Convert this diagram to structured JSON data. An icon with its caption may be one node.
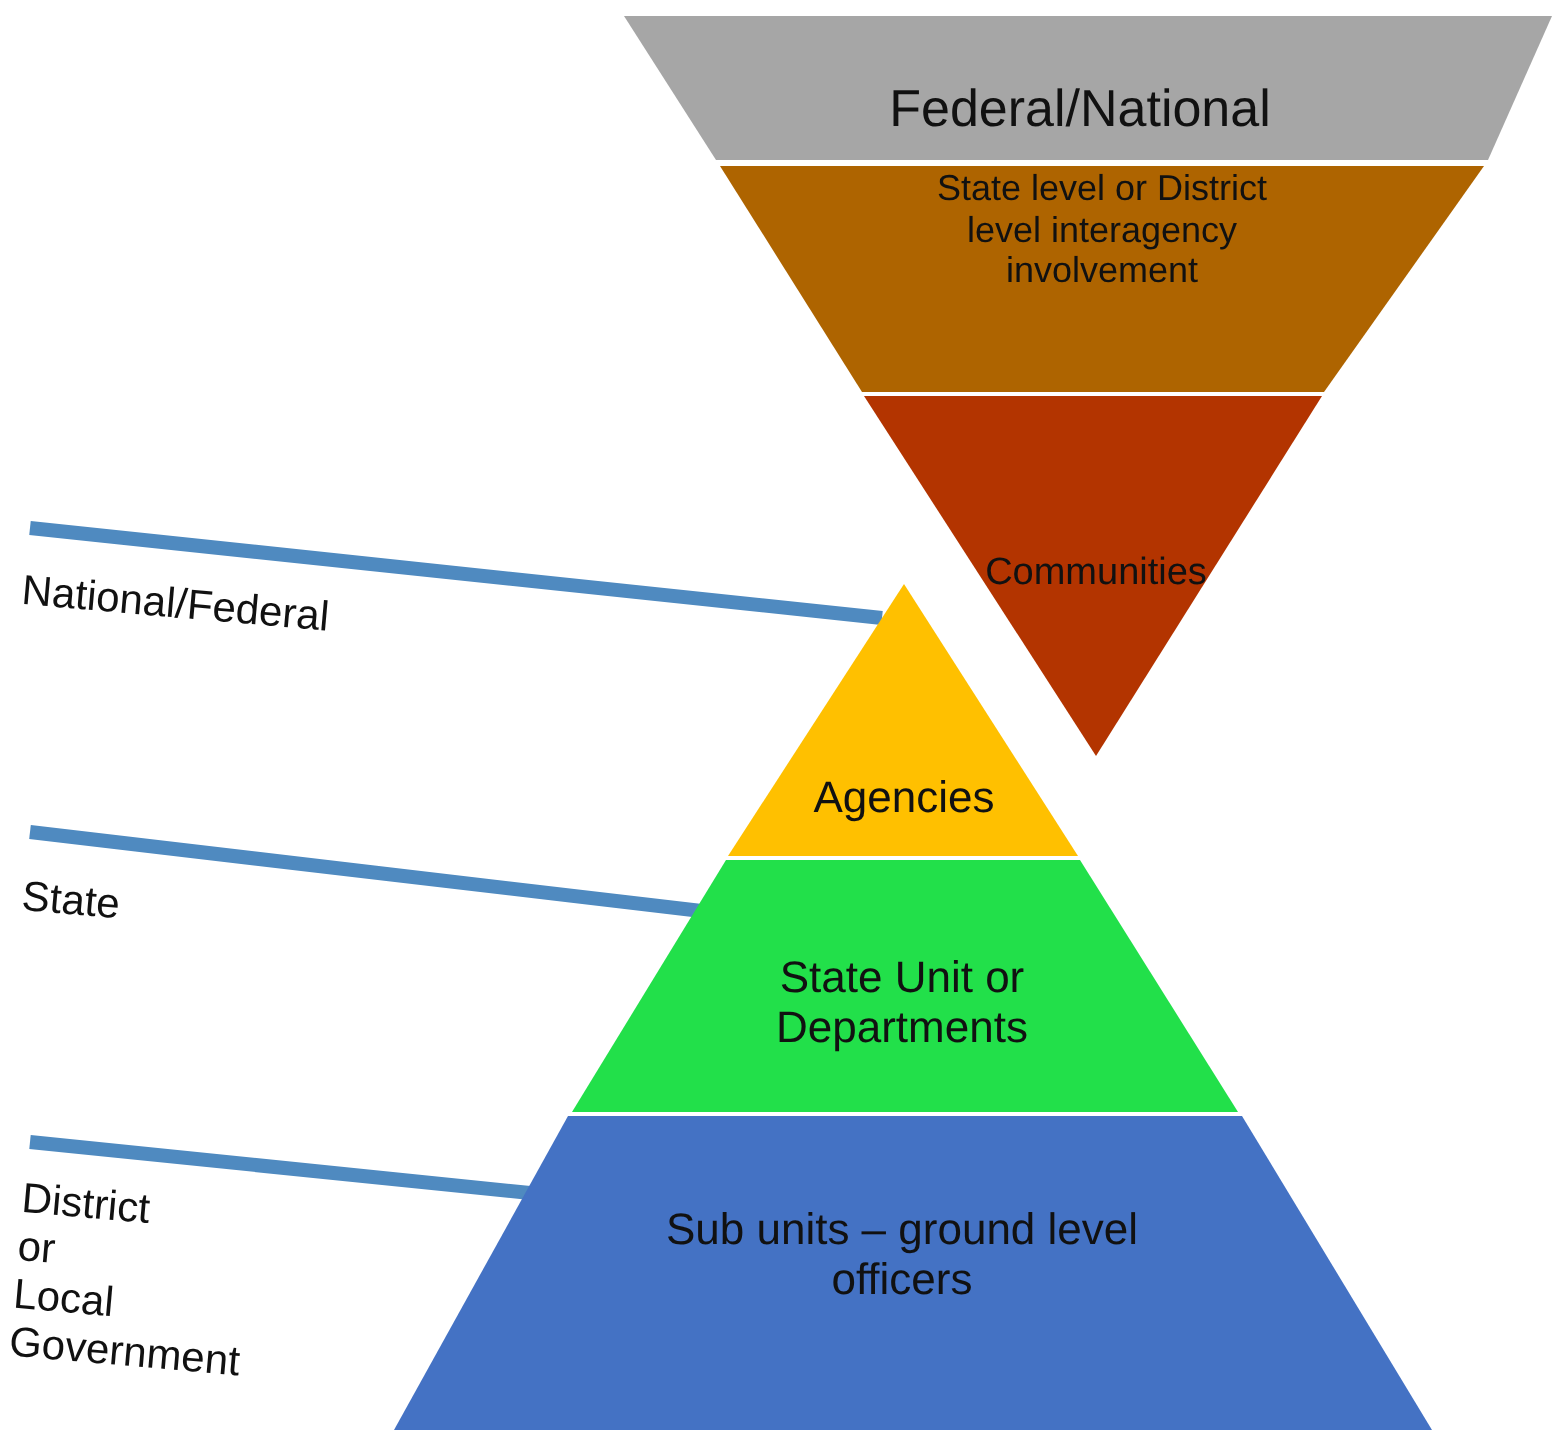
{
  "diagram": {
    "nodes": [
      {
        "text": [
          "Federal/National"
        ]
      },
      {
        "text": [
          "State level or District level interagency involvement"
        ]
      },
      {
        "text": [
          "Communities"
        ]
      },
      {
        "text": [
          "Agencies"
        ]
      },
      {
        "text": [
          "State Unit or Departments"
        ]
      },
      {
        "text": [
          "Sub units – ground level officers"
        ]
      },
      {
        "text": [
          "National/Federal"
        ]
      },
      {
        "text": [
          "State"
        ]
      },
      {
        "text": [
          "District or Local Government"
        ]
      }
    ],
    "edges": [
      {
        "from": 6,
        "to": 3,
        "arrow": "none"
      },
      {
        "from": 7,
        "to": 4,
        "arrow": "none"
      },
      {
        "from": 8,
        "to": 5,
        "arrow": "none"
      }
    ]
  }
}
